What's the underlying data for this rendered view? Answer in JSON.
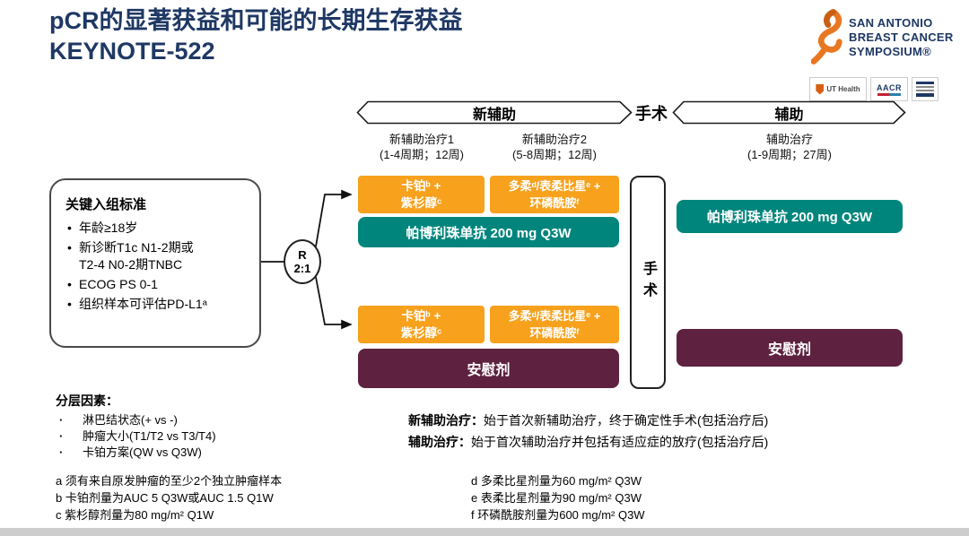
{
  "slide": {
    "title_line1": "pCR的显著获益和可能的长期生存获益",
    "title_line2": "KEYNOTE-522"
  },
  "logo": {
    "line1": "SAN ANTONIO",
    "line2": "BREAST CANCER",
    "line3": "SYMPOSIUM®",
    "partners": [
      "UT Health",
      "AACR"
    ]
  },
  "phases": {
    "neoadjuvant": "新辅助",
    "surgery": "手术",
    "adjuvant": "辅助"
  },
  "subphases": {
    "neo1": "新辅助治疗1\n(1-4周期；12周)",
    "neo2": "新辅助治疗2\n(5-8周期；12周)",
    "adj": "辅助治疗\n(1-9周期；27周)"
  },
  "eligibility": {
    "title": "关键入组标准",
    "items": [
      "年龄≥18岁",
      "新诊断T1c N1-2期或\nT2-4 N0-2期TNBC",
      "ECOG PS 0-1",
      "组织样本可评估PD-L1ᵃ"
    ]
  },
  "randomization": {
    "letter": "R",
    "ratio": "2:1"
  },
  "arms": {
    "chemo1": "卡铂ᵇ +\n紫杉醇ᶜ",
    "chemo2": "多柔ᵈ/表柔比星ᵉ +\n环磷酰胺ᶠ",
    "pembrolizumab": "帕博利珠单抗 200 mg Q3W",
    "placebo": "安慰剂",
    "surgery_vertical": "手术"
  },
  "adjuvant_arm": {
    "pembrolizumab": "帕博利珠单抗 200 mg Q3W",
    "placebo": "安慰剂"
  },
  "stratification": {
    "title": "分层因素：",
    "items": [
      "淋巴结状态(+ vs -)",
      "肿瘤大小(T1/T2 vs T3/T4)",
      "卡铂方案(QW vs Q3W)"
    ]
  },
  "definitions": [
    {
      "label": "新辅助治疗：",
      "text": "始于首次新辅助治疗，终于确定性手术(包括治疗后)"
    },
    {
      "label": "辅助治疗：",
      "text": "始于首次辅助治疗并包括有适应症的放疗(包括治疗后)"
    }
  ],
  "footnotes": {
    "left": [
      "a 须有来自原发肿瘤的至少2个独立肿瘤样本",
      "b 卡铂剂量为AUC 5 Q3W或AUC 1.5 Q1W",
      "c 紫杉醇剂量为80 mg/m² Q1W"
    ],
    "right": [
      "d 多柔比星剂量为60 mg/m² Q3W",
      "e 表柔比星剂量为90 mg/m² Q3W",
      "f 环磷酰胺剂量为600 mg/m² Q3W"
    ]
  },
  "colors": {
    "navy": "#1F3864",
    "orange": "#F7A11C",
    "teal": "#00857C",
    "maroon": "#5E2240",
    "ribbon_orange": "#E87722"
  }
}
